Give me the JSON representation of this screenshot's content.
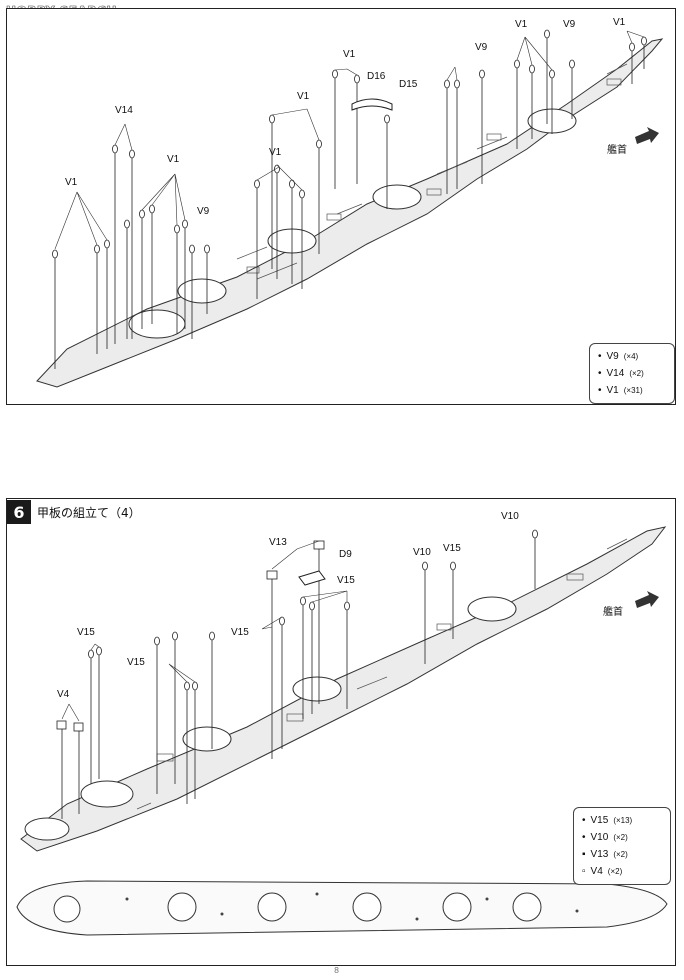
{
  "watermark": "HOBBY SEARCH",
  "bow_label": "艦首",
  "page_number": "8",
  "step1": {
    "number": "",
    "title": "",
    "callouts": [
      "V1",
      "V9",
      "V1",
      "V1",
      "D16",
      "D15",
      "V1",
      "V9",
      "V14",
      "V1",
      "V1",
      "V9",
      "V1"
    ],
    "legend": [
      {
        "part": "V9",
        "count": "(×4)"
      },
      {
        "part": "V14",
        "count": "(×2)"
      },
      {
        "part": "V1",
        "count": "(×31)"
      }
    ]
  },
  "step2": {
    "number": "6",
    "title": "甲板の組立て（4）",
    "callouts": [
      "V10",
      "V13",
      "D9",
      "V10",
      "V15",
      "V15",
      "V15",
      "V15",
      "V15",
      "V4"
    ],
    "legend": [
      {
        "part": "V15",
        "count": "(×13)"
      },
      {
        "part": "V10",
        "count": "(×2)"
      },
      {
        "part": "V13",
        "count": "(×2)"
      },
      {
        "part": "V4",
        "count": "(×2)"
      }
    ]
  }
}
